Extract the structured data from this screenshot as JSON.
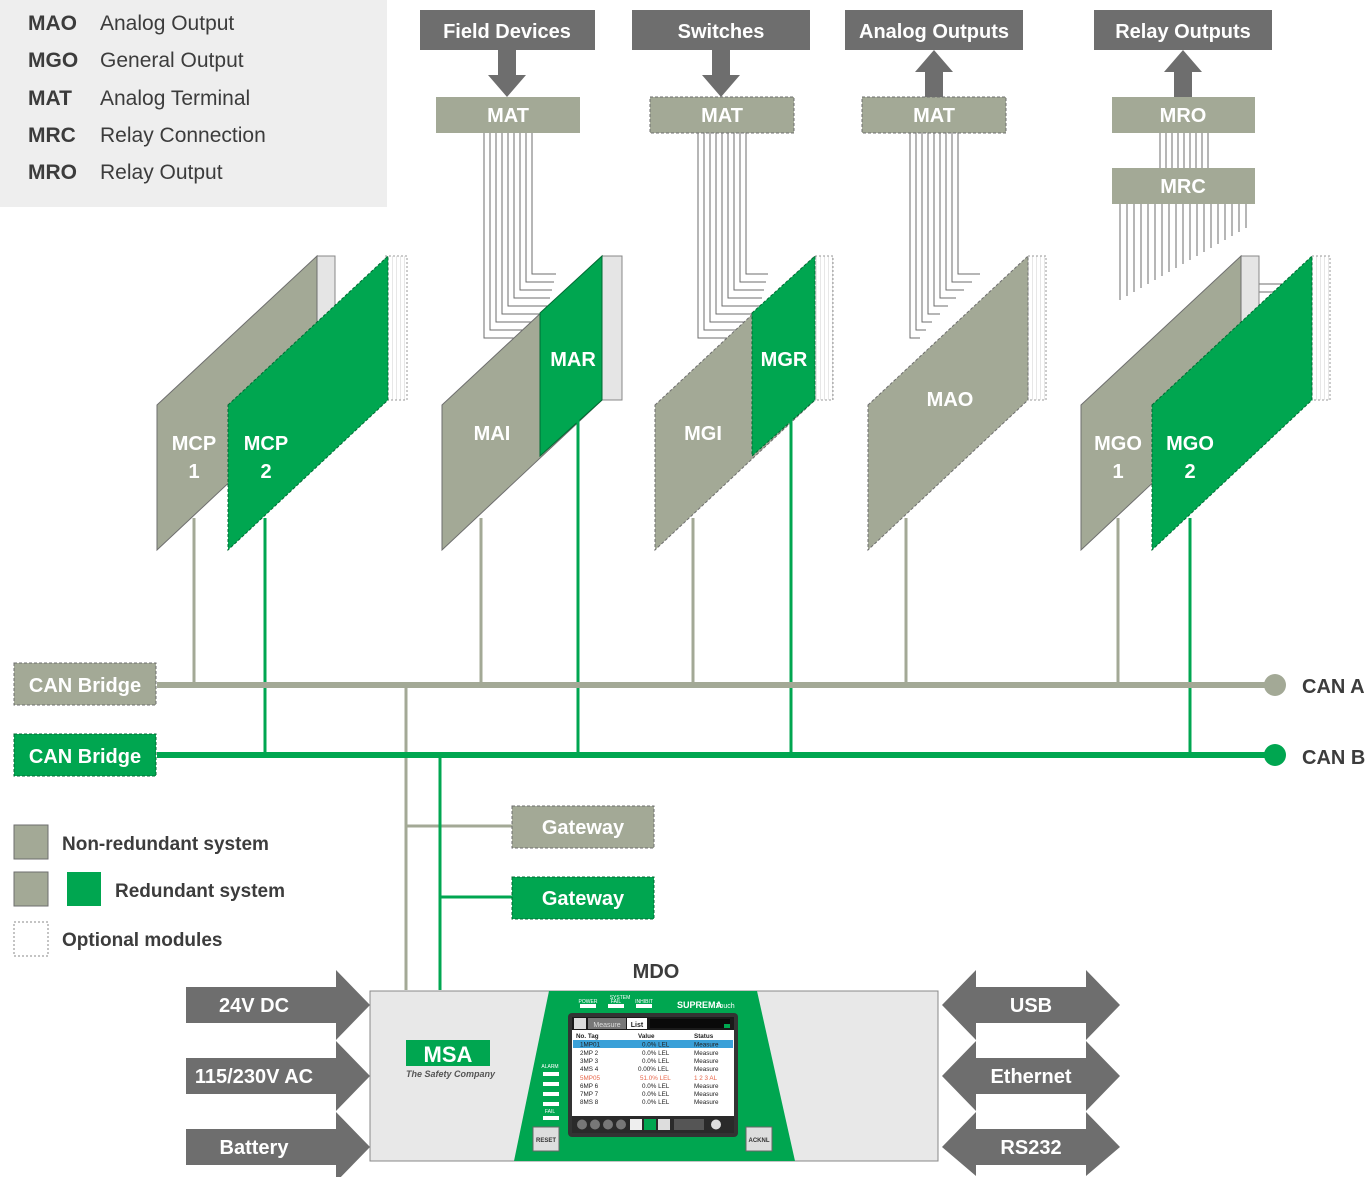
{
  "legend_box": {
    "items": [
      {
        "code": "MAO",
        "desc": "Analog Output"
      },
      {
        "code": "MGO",
        "desc": "General Output"
      },
      {
        "code": "MAT",
        "desc": "Analog Terminal"
      },
      {
        "code": "MRC",
        "desc": "Relay Connection"
      },
      {
        "code": "MRO",
        "desc": "Relay Output"
      }
    ]
  },
  "top_labels": {
    "field_devices": "Field Devices",
    "switches": "Switches",
    "analog_outputs": "Analog Outputs",
    "relay_outputs": "Relay Outputs"
  },
  "terminals": {
    "mat_1": "MAT",
    "mat_2": "MAT",
    "mat_3": "MAT",
    "mro": "MRO",
    "mrc": "MRC"
  },
  "modules": {
    "mcp1_a": "MCP",
    "mcp1_b": "1",
    "mcp2_a": "MCP",
    "mcp2_b": "2",
    "mai": "MAI",
    "mar": "MAR",
    "mgi": "MGI",
    "mgr": "MGR",
    "mao": "MAO",
    "mgo1_a": "MGO",
    "mgo1_b": "1",
    "mgo2_a": "MGO",
    "mgo2_b": "2"
  },
  "bus": {
    "can_bridge_a": "CAN Bridge",
    "can_bridge_b": "CAN Bridge",
    "can_a": "CAN A",
    "can_b": "CAN B",
    "gateway_1": "Gateway",
    "gateway_2": "Gateway"
  },
  "key": {
    "non_redundant": "Non-redundant system",
    "redundant": "Redundant system",
    "optional": "Optional modules"
  },
  "mdo": {
    "title": "MDO",
    "brand": "MSA",
    "tagline": "The Safety Company",
    "product": "SUPREMA",
    "product_suffix": "Touch",
    "system_label": "SYSTEM",
    "power": "POWER",
    "fail": "FAIL",
    "inhibit": "INHIBIT",
    "alarm": "ALARM",
    "fail_side": "FAIL",
    "reset": "RESET",
    "ackn": "ACKNL",
    "screen_tab_1": "Measure",
    "screen_tab_2": "List",
    "col_tag": "No. Tag",
    "col_value": "Value",
    "col_status": "Status",
    "rows": [
      {
        "tag": "1MP01",
        "value": "0.0% LEL",
        "status": "Measure"
      },
      {
        "tag": "2MP 2",
        "value": "0.0% LEL",
        "status": "Measure"
      },
      {
        "tag": "3MP 3",
        "value": "0.0% LEL",
        "status": "Measure"
      },
      {
        "tag": "4MS 4",
        "value": "0.00% LEL",
        "status": "Measure"
      },
      {
        "tag": "5MP05",
        "value": "51.0% LEL",
        "status": "1 2 3 AL"
      },
      {
        "tag": "6MP 6",
        "value": "0.0% LEL",
        "status": "Measure"
      },
      {
        "tag": "7MP 7",
        "value": "0.0% LEL",
        "status": "Measure"
      },
      {
        "tag": "8MS 8",
        "value": "0.0% LEL",
        "status": "Measure"
      }
    ]
  },
  "power_inputs": {
    "dc": "24V DC",
    "ac": "115/230V AC",
    "battery": "Battery"
  },
  "interfaces": {
    "usb": "USB",
    "ethernet": "Ethernet",
    "rs232": "RS232"
  },
  "colors": {
    "gray": "#a3a996",
    "gray_dark": "#6e6e6e",
    "green": "#00a650",
    "text": "#3c3c3c"
  }
}
